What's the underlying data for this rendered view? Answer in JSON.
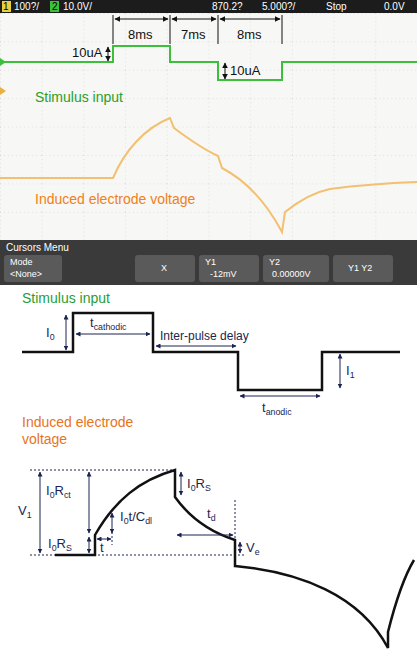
{
  "diagram": {
    "labels": [
      "1",
      "100?/",
      "2",
      "10.0V/",
      "870.2?",
      "5.000?/",
      "Stop",
      "0.0V",
      "10uA",
      "8ms",
      "7ms",
      "8ms",
      "Stimulus input",
      "10uA",
      "Induced electrode voltage",
      "Cursors Menu",
      "Mode",
      "<None>",
      "X",
      "Y1",
      "-12mV",
      "Y2",
      "0.00000V",
      "Y1 Y2",
      "Stimulus input",
      "I",
      "0",
      "t",
      "cathodic",
      "Inter-pulse delay",
      "I",
      "1",
      "t",
      "anodic",
      "Induced electrode voltage",
      "V",
      "1",
      "I",
      "0",
      "R",
      "ct",
      "I",
      "0",
      "R",
      "S",
      "I",
      "0",
      "t/C",
      "dl",
      "t",
      "I",
      "0",
      "R",
      "S",
      "t",
      "d",
      "V",
      "e"
    ]
  }
}
